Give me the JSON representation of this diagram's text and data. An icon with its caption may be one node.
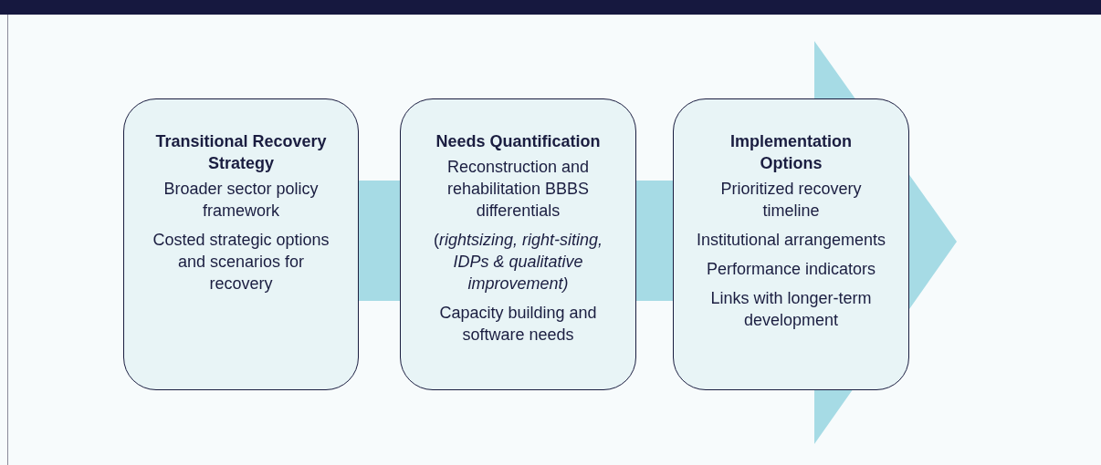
{
  "diagram": {
    "nodes": [
      {
        "text": [
          "Transitional Recovery Strategy",
          "Broader sector policy framework",
          "Costed strategic options and scenarios for recovery"
        ]
      },
      {
        "text": [
          "Needs Quantification",
          "Reconstruction and rehabilitation BBBS differentials",
          "(*rightsizing, right-siting, IDPs & qualitative improvement)*",
          "Capacity building and software needs"
        ]
      },
      {
        "text": [
          "Implementation Options",
          "Prioritized recovery timeline",
          "Institutional arrangements",
          "Performance indicators",
          "Links with longer-term development"
        ]
      }
    ],
    "edges": []
  }
}
